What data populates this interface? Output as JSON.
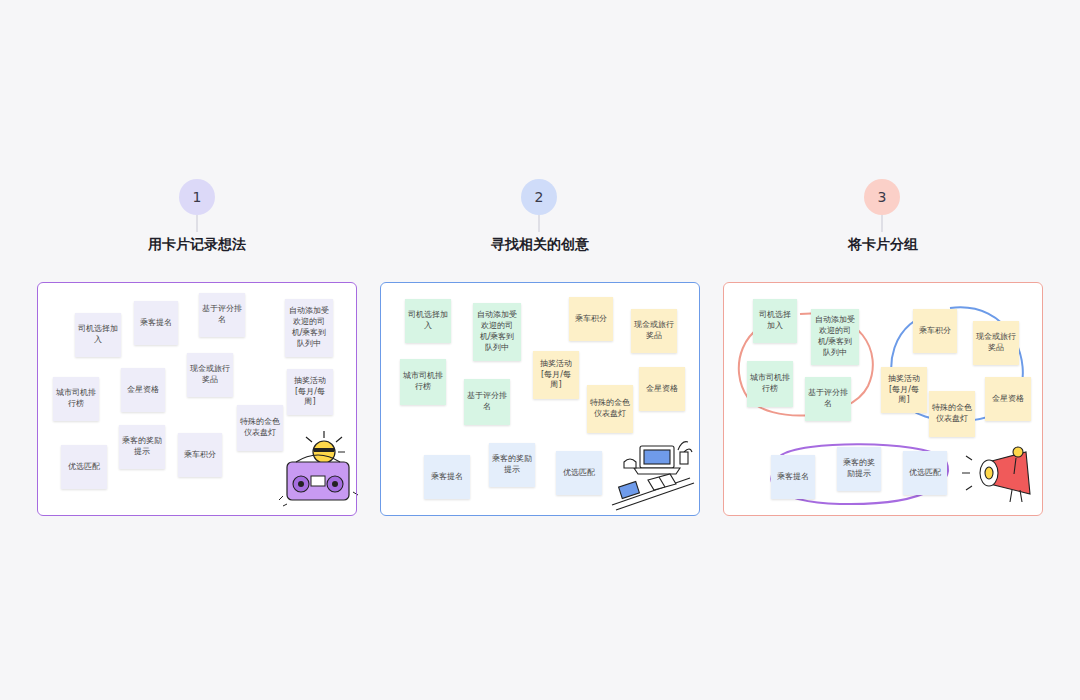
{
  "diagram": {
    "nodes": [
      {
        "text": [
          "1"
        ]
      },
      {
        "text": [
          "用卡片记录想法"
        ]
      },
      {
        "text": [
          "司机选择加入"
        ],
        "in": 1
      },
      {
        "text": [
          "乘客提名"
        ],
        "in": 1
      },
      {
        "text": [
          "基于评分排名"
        ],
        "in": 1
      },
      {
        "text": [
          "自动添加受欢迎的司机/乘客到队列中"
        ],
        "in": 1
      },
      {
        "text": [
          "城市司机排行榜"
        ],
        "in": 1
      },
      {
        "text": [
          "金星资格"
        ],
        "in": 1
      },
      {
        "text": [
          "现金或旅行奖品"
        ],
        "in": 1
      },
      {
        "text": [
          "抽奖活动[每月/每周]"
        ],
        "in": 1
      },
      {
        "text": [
          "特殊的金色仪表盘灯"
        ],
        "in": 1
      },
      {
        "text": [
          "乘客的奖励提示"
        ],
        "in": 1
      },
      {
        "text": [
          "乘车积分"
        ],
        "in": 1
      },
      {
        "text": [
          "优选匹配"
        ],
        "in": 1
      },
      {
        "text": [
          "2"
        ]
      },
      {
        "text": [
          "寻找相关的创意"
        ]
      },
      {
        "text": [
          "司机选择加入"
        ],
        "in": 15
      },
      {
        "text": [
          "自动添加受欢迎的司机/乘客到队列中"
        ],
        "in": 15
      },
      {
        "text": [
          "乘车积分"
        ],
        "in": 15
      },
      {
        "text": [
          "现金或旅行奖品"
        ],
        "in": 15
      },
      {
        "text": [
          "城市司机排行榜"
        ],
        "in": 15
      },
      {
        "text": [
          "抽奖活动[每月/每周]"
        ],
        "in": 15
      },
      {
        "text": [
          "基于评分排名"
        ],
        "in": 15
      },
      {
        "text": [
          "特殊的金色仪表盘灯"
        ],
        "in": 15
      },
      {
        "text": [
          "金星资格"
        ],
        "in": 15
      },
      {
        "text": [
          "乘客提名"
        ],
        "in": 15
      },
      {
        "text": [
          "乘客的奖励提示"
        ],
        "in": 15
      },
      {
        "text": [
          "优选匹配"
        ],
        "in": 15
      },
      {
        "text": [
          "3"
        ]
      },
      {
        "text": [
          "将卡片分组"
        ]
      },
      {
        "text": [
          "司机选择加入"
        ],
        "in": 29
      },
      {
        "text": [
          "自动添加受欢迎的司机/乘客到队列中"
        ],
        "in": 29
      },
      {
        "text": [
          "城市司机排行榜"
        ],
        "in": 29
      },
      {
        "text": [
          "基于评分排名"
        ],
        "in": 29
      },
      {
        "text": [
          "乘车积分"
        ],
        "in": 29
      },
      {
        "text": [
          "现金或旅行奖品"
        ],
        "in": 29
      },
      {
        "text": [
          "抽奖活动[每月/每周]"
        ],
        "in": 29
      },
      {
        "text": [
          "特殊的金色仪表盘灯"
        ],
        "in": 29
      },
      {
        "text": [
          "金星资格"
        ],
        "in": 29
      },
      {
        "text": [
          "乘客提名"
        ],
        "in": 29
      },
      {
        "text": [
          "乘客的奖励提示"
        ],
        "in": 29
      },
      {
        "text": [
          "优选匹配"
        ],
        "in": 29
      }
    ]
  }
}
